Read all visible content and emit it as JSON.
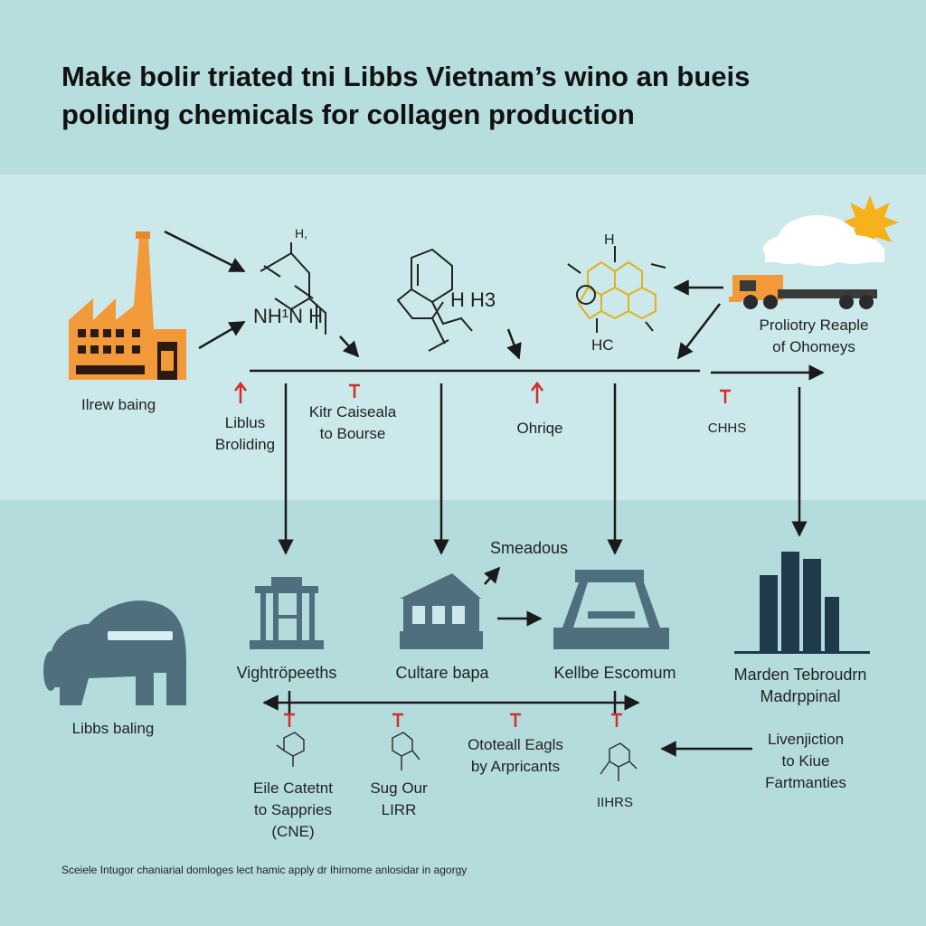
{
  "title": {
    "line1": "Make bolir triated tni Libbs Vietnam’s wino an bueis",
    "line2": "poliding chemicals for collagen production"
  },
  "labels": {
    "factory": "Ilrew baing",
    "chem1": "NH¹N H",
    "chem2": "H H3",
    "chem3": "HC",
    "truck_line1": "Proliotry Reaple",
    "truck_line2": "of Ohomeys",
    "mid1_line1": "Liblus",
    "mid1_line2": "Broliding",
    "mid2_line1": "Kitr Caiseala",
    "mid2_line2": "to Bourse",
    "mid3": "Ohriqe",
    "mid4": "CHHS",
    "smeadous": "Smeadous",
    "bot1": "Vightröpeeths",
    "bot2": "Cultare bapa",
    "bot3": "Kellbe Escomum",
    "bot4_line1": "Marden Tebroudrn",
    "bot4_line2": "Madrppinal",
    "animal": "Libbs baling",
    "sub1_line1": "Eile Catetnt",
    "sub1_line2": "to Sappries",
    "sub1_line3": "(CNE)",
    "sub2_line1": "Sug Our",
    "sub2_line2": "LIRR",
    "sub3_line1": "Ototeall Eagls",
    "sub3_line2": "by Arpricants",
    "sub4": "IIHRS",
    "right_line1": "Livenjiction",
    "right_line2": "to Kiue",
    "right_line3": "Fartmanties"
  },
  "footer": "Sceiele Intugor chaniarial domloges lect hamic apply dr Ihirnome anlosidar in agorgy",
  "colors": {
    "factory": "#f29a3a",
    "dark_icon": "#4f6f7f",
    "bars": "#1f3a4b",
    "arrow": "#1a1a1a",
    "marker": "#d62b2b",
    "sun": "#f6b21a",
    "molecule_gold": "#e0b21e"
  }
}
